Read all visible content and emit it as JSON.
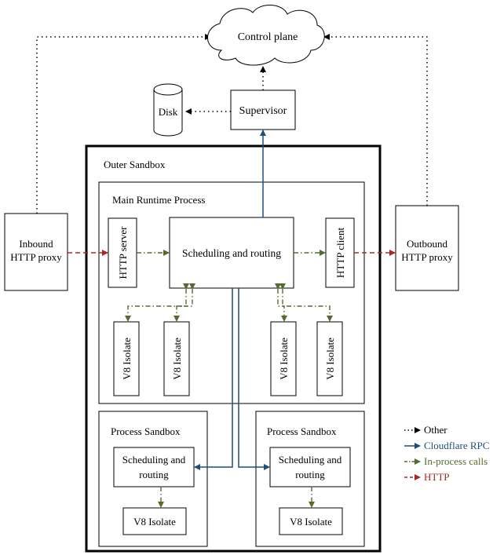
{
  "nodes": {
    "control_plane": "Control plane",
    "disk": "Disk",
    "supervisor": "Supervisor",
    "outer_sandbox": "Outer Sandbox",
    "main_runtime": "Main Runtime Process",
    "inbound_line1": "Inbound",
    "inbound_line2": "HTTP proxy",
    "outbound_line1": "Outbound",
    "outbound_line2": "HTTP proxy",
    "http_server": "HTTP server",
    "scheduling_main": "Scheduling and routing",
    "http_client": "HTTP client",
    "v8_isolate": "V8 Isolate",
    "process_sandbox": "Process Sandbox",
    "sched_line1": "Scheduling and",
    "sched_line2": "routing"
  },
  "legend": {
    "other": "Other",
    "cloudflare_rpc": "Cloudflare RPC",
    "in_process": "In-process calls",
    "http": "HTTP"
  },
  "colors": {
    "other": "#000000",
    "rpc": "#1f4e79",
    "in_process": "#556b2f",
    "http": "#a52a2a"
  }
}
